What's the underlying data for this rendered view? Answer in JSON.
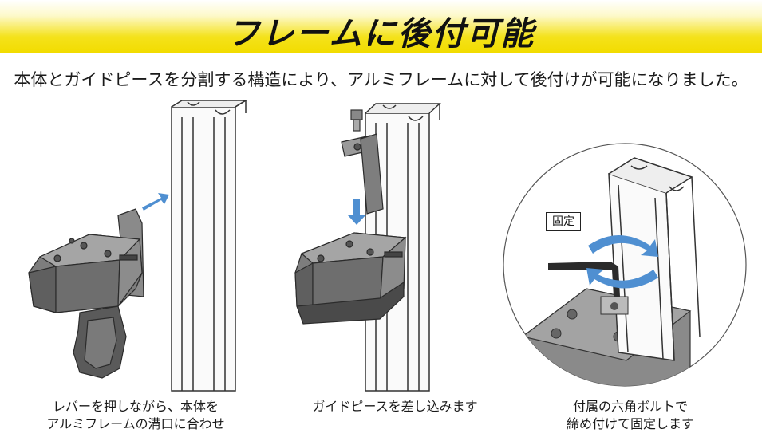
{
  "header": {
    "title": "フレームに後付可能",
    "subtitle": "本体とガイドピースを分割する構造により、アルミフレームに対して後付けが可能になりました。"
  },
  "steps": [
    {
      "caption_line1": "レバーを押しながら、本体を",
      "caption_line2": "アルミフレームの溝口に合わせ"
    },
    {
      "caption_line1": "ガイドピースを差し込みます"
    },
    {
      "caption_line1": "付属の六角ボルトで",
      "caption_line2": "締め付けて固定します",
      "label": "固定"
    }
  ],
  "colors": {
    "banner": "#f2dc00",
    "arrow": "#4f8fd1",
    "device": "#6b6b6b"
  }
}
